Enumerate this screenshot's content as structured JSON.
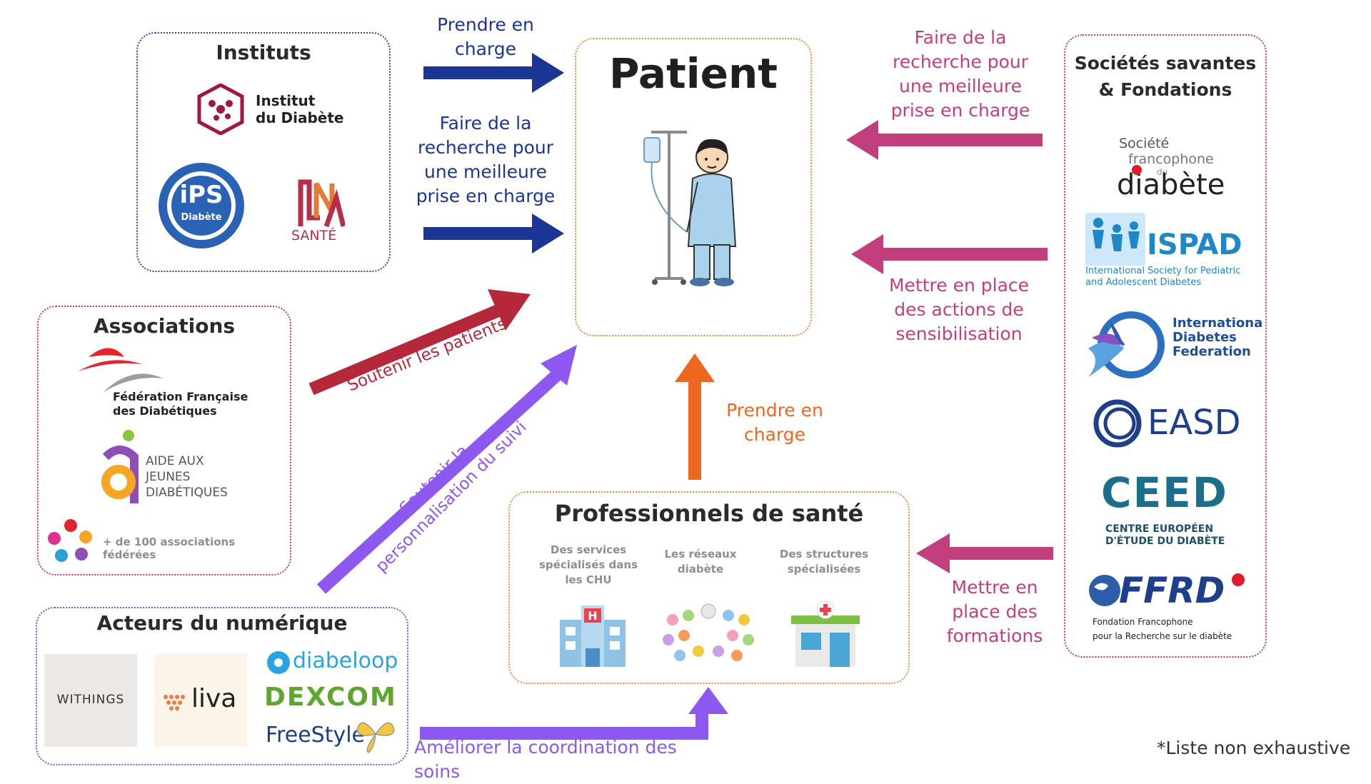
{
  "patient": {
    "title": "Patient"
  },
  "instituts": {
    "title": "Instituts",
    "logos": {
      "institut_line1": "Institut",
      "institut_line2": "du Diabète",
      "ips_main": "iPS",
      "ips_sub": "Diabète",
      "lna_sub": "SANTÉ"
    }
  },
  "associations": {
    "title": "Associations",
    "logos": {
      "ffd_line1": "Fédération Française",
      "ffd_line2": "des Diabétiques",
      "ajd_line1": "AIDE AUX",
      "ajd_line2": "JEUNES",
      "ajd_line3": "DIABÉTIQUES",
      "federated": "+ de 100 associations fédérées"
    }
  },
  "numerique": {
    "title": "Acteurs du numérique",
    "logos": {
      "withings": "WITHINGS",
      "liva": "liva",
      "diabeloop": "diabeloop",
      "dexcom": "DEXCOM",
      "freestyle": "FreeStyle"
    }
  },
  "professionnels": {
    "title": "Professionnels de santé",
    "items": [
      {
        "label": "Des services spécialisés dans les CHU"
      },
      {
        "label": "Les réseaux diabète"
      },
      {
        "label": "Des structures spécialisées"
      }
    ]
  },
  "societes": {
    "title": "Sociétés savantes & Fondations",
    "logos": {
      "sfd_1": "Société",
      "sfd_2": "francophone",
      "sfd_3": "du",
      "sfd_4": "diabète",
      "ispad": "ISPAD",
      "ispad_sub": "International Society for Pediatric and Adolescent Diabetes",
      "idf_1": "Internationa",
      "idf_2": "Diabetes",
      "idf_3": "Federation",
      "easd": "EASD",
      "ceed": "CEED",
      "ceed_1": "CENTRE EUROPÉEN",
      "ceed_2": "D'ÉTUDE DU DIABÈTE",
      "ffrd": "FFRD",
      "ffrd_1": "Fondation Francophone",
      "ffrd_2": "pour la Recherche sur le diabète"
    }
  },
  "arrows": {
    "instituts_top": "Prendre en charge",
    "instituts_bottom": "Faire de la recherche pour une meilleure prise en charge",
    "societes_top": "Faire de la recherche pour une meilleure prise en charge",
    "societes_middle": "Mettre en place des actions de sensibilisation",
    "societes_bottom": "Mettre en place des formations",
    "professionnels": "Prendre en charge",
    "associations": "Soutenir les patients",
    "numerique_diag": "Soutenir la personnalisation du suivi",
    "numerique_bottom": "Améliorer la coordination des soins"
  },
  "footnote": "*Liste non exhaustive",
  "colors": {
    "blue": "#1a3594",
    "pink": "#c23e7c",
    "red": "#b5283a",
    "orange": "#ee6720",
    "purple": "#8d58ef"
  }
}
